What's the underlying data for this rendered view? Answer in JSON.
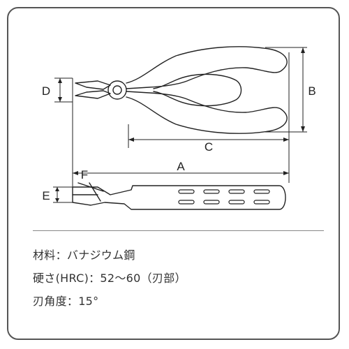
{
  "dimensions": {
    "A": "A",
    "B": "B",
    "C": "C",
    "D": "D",
    "E": "E",
    "F": "F"
  },
  "specs": {
    "material": "材料：バナジウム鋼",
    "hardness": "硬さ(HRC)：52～60（刃部）",
    "blade_angle": "刃角度：15°"
  },
  "colors": {
    "line": "#222222",
    "frame": "#555555"
  }
}
